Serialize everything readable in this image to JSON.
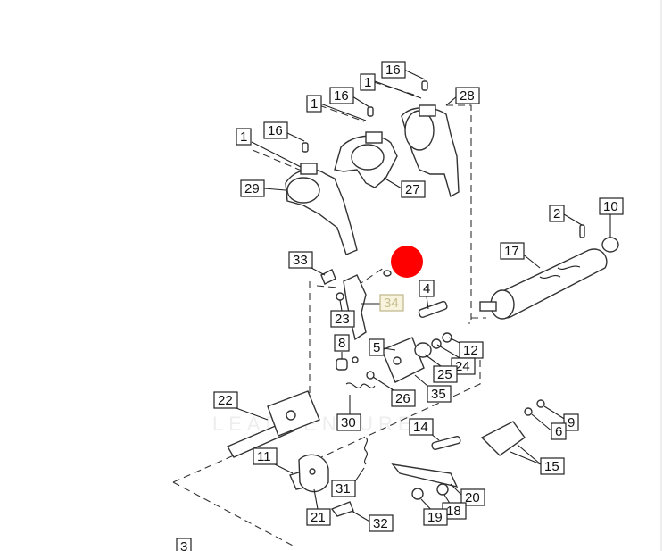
{
  "diagram": {
    "watermark_text": "LEADVENTURE",
    "highlight_color": "#ff0000",
    "highlighted_label_color": "#c8c090",
    "callouts": [
      {
        "id": "lbl-1a",
        "text": "1"
      },
      {
        "id": "lbl-1b",
        "text": "1"
      },
      {
        "id": "lbl-1c",
        "text": "1"
      },
      {
        "id": "lbl-16a",
        "text": "16"
      },
      {
        "id": "lbl-16b",
        "text": "16"
      },
      {
        "id": "lbl-16c",
        "text": "16"
      },
      {
        "id": "lbl-28",
        "text": "28"
      },
      {
        "id": "lbl-27",
        "text": "27"
      },
      {
        "id": "lbl-29",
        "text": "29"
      },
      {
        "id": "lbl-2",
        "text": "2"
      },
      {
        "id": "lbl-10",
        "text": "10"
      },
      {
        "id": "lbl-17",
        "text": "17"
      },
      {
        "id": "lbl-33",
        "text": "33"
      },
      {
        "id": "lbl-34",
        "text": "34"
      },
      {
        "id": "lbl-4",
        "text": "4"
      },
      {
        "id": "lbl-23",
        "text": "23"
      },
      {
        "id": "lbl-8",
        "text": "8"
      },
      {
        "id": "lbl-5",
        "text": "5"
      },
      {
        "id": "lbl-12",
        "text": "12"
      },
      {
        "id": "lbl-24",
        "text": "24"
      },
      {
        "id": "lbl-25",
        "text": "25"
      },
      {
        "id": "lbl-35",
        "text": "35"
      },
      {
        "id": "lbl-26",
        "text": "26"
      },
      {
        "id": "lbl-22",
        "text": "22"
      },
      {
        "id": "lbl-30",
        "text": "30"
      },
      {
        "id": "lbl-14",
        "text": "14"
      },
      {
        "id": "lbl-9",
        "text": "9"
      },
      {
        "id": "lbl-6",
        "text": "6"
      },
      {
        "id": "lbl-15",
        "text": "15"
      },
      {
        "id": "lbl-11",
        "text": "11"
      },
      {
        "id": "lbl-31",
        "text": "31"
      },
      {
        "id": "lbl-20",
        "text": "20"
      },
      {
        "id": "lbl-21",
        "text": "21"
      },
      {
        "id": "lbl-18",
        "text": "18"
      },
      {
        "id": "lbl-19",
        "text": "19"
      },
      {
        "id": "lbl-32",
        "text": "32"
      },
      {
        "id": "lbl-3",
        "text": "3"
      }
    ]
  }
}
